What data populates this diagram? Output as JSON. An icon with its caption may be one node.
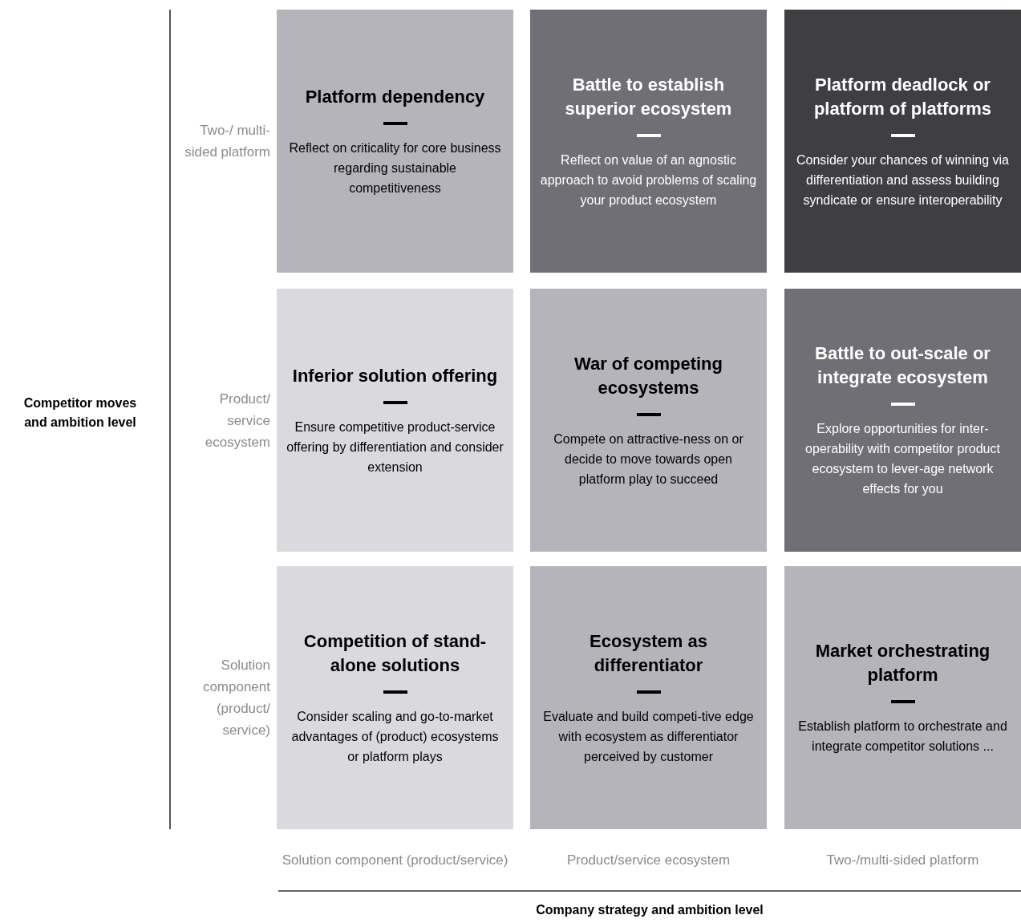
{
  "diagram": {
    "nodes": [
      {
        "text": [
          "Platform dependency",
          "Reflect on criticality for core business regarding sustainable competitiveness"
        ]
      },
      {
        "text": [
          "Battle to establish superior ecosystem",
          "Reflect on value of an agnostic approach to avoid problems of scaling your product ecosystem"
        ]
      },
      {
        "text": [
          "Platform deadlock or platform of platforms",
          "Consider your chances of winning via differentiation and assess building syndicate or ensure interoperability"
        ]
      },
      {
        "text": [
          "Inferior solution offering",
          "Ensure competitive product-service offering by differentiation and consider extension"
        ]
      },
      {
        "text": [
          "War of competing ecosystems",
          "Compete on attractive-ness on or decide to move towards open platform play to succeed"
        ]
      },
      {
        "text": [
          "Battle to out-scale or integrate ecosystem",
          "Explore opportunities for inter-operability with competitor product ecosystem to lever-age network effects for you"
        ]
      },
      {
        "text": [
          "Competition of stand-alone solutions",
          "Consider scaling and go-to-market advantages of (product) ecosystems or platform plays"
        ]
      },
      {
        "text": [
          "Ecosystem as differentiator",
          "Evaluate and build competi-tive edge with ecosystem as differentiator perceived by customer"
        ]
      },
      {
        "text": [
          "Market orchestrating platform",
          "Establish platform to orchestrate and integrate competitor solutions ..."
        ]
      }
    ],
    "labels": [
      "Competitor moves and ambition level",
      "Two-/ multi-sided platform",
      "Product/ service ecosystem",
      "Solution component (product/ service)",
      "Solution component (product/service)",
      "Product/service ecosystem",
      "Two-/multi-sided platform",
      "Company strategy and ambition level"
    ]
  }
}
